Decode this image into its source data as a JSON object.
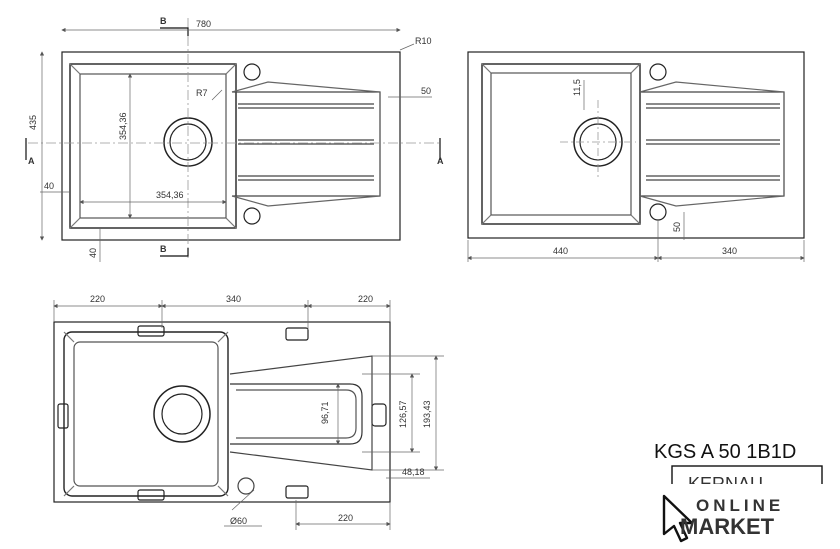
{
  "drawing": {
    "model_label": "KGS A 50 1B1D",
    "brand_label": "KERNAU",
    "logo": {
      "line1": "ONLINE",
      "line2": "MARKET"
    }
  },
  "top_left_view": {
    "section_marker_b": "B",
    "section_marker_a": "A",
    "dims": {
      "width": "780",
      "height": "435",
      "corner_radius": "R10",
      "inner_radius": "R7",
      "bowl_height": "354,36",
      "bowl_width": "354,36",
      "drain_offset": "50",
      "edge_left": "40",
      "edge_bottom": "40"
    }
  },
  "top_right_view": {
    "dims": {
      "depth": "11,5",
      "hole_offset": "50",
      "left_span": "440",
      "right_span": "340"
    }
  },
  "bottom_view": {
    "dims": {
      "top_left": "220",
      "top_mid": "340",
      "top_right": "220",
      "v1": "96,71",
      "v2": "126,57",
      "v3": "193,43",
      "v4": "48,18",
      "hole_diameter": "Ø60",
      "bottom_right": "220"
    }
  }
}
